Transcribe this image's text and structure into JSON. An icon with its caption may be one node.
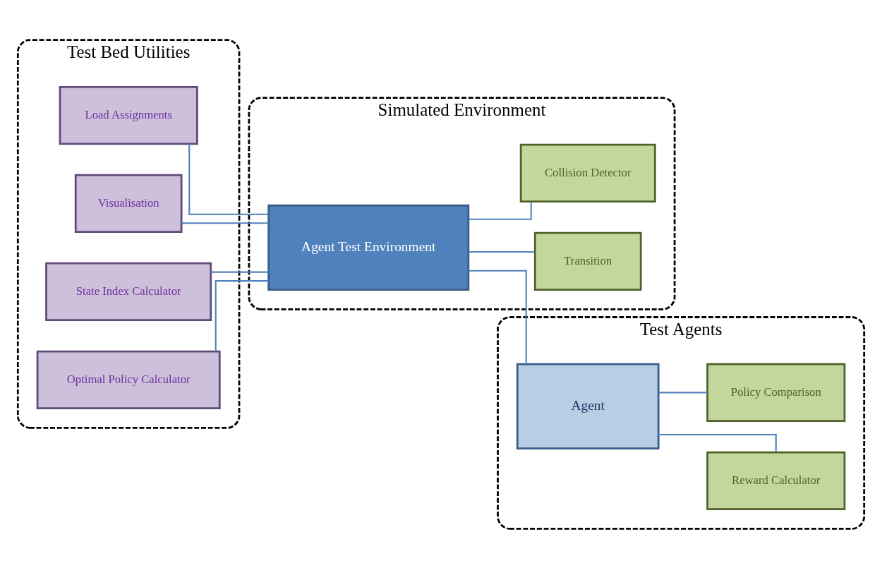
{
  "diagram": {
    "nodes": [
      {
        "text": [
          "Test Bed Utilities"
        ]
      },
      {
        "text": [
          "Load Assignments"
        ],
        "in": 0
      },
      {
        "text": [
          "Visualisation"
        ],
        "in": 0
      },
      {
        "text": [
          "State Index Calculator"
        ],
        "in": 0
      },
      {
        "text": [
          "Optimal Policy Calculator"
        ],
        "in": 0
      },
      {
        "text": [
          "Simulated Environment"
        ]
      },
      {
        "text": [
          "Agent Test Environment"
        ],
        "in": 5
      },
      {
        "text": [
          "Transition"
        ],
        "in": 5
      },
      {
        "text": [
          "Collision Detector"
        ],
        "in": 5
      },
      {
        "text": [
          "Test Agents"
        ]
      },
      {
        "text": [
          "Agent"
        ],
        "in": 9
      },
      {
        "text": [
          "Reward Calculator"
        ],
        "in": 9
      },
      {
        "text": [
          "Policy Comparison"
        ],
        "in": 9
      }
    ],
    "edges": [
      {
        "from": 1,
        "to": 6,
        "arrow": "none"
      },
      {
        "from": 2,
        "to": 6,
        "arrow": "none"
      },
      {
        "from": 3,
        "to": 6,
        "arrow": "none"
      },
      {
        "from": 4,
        "to": 6,
        "arrow": "none"
      },
      {
        "from": 6,
        "to": 7,
        "arrow": "none"
      },
      {
        "from": 6,
        "to": 8,
        "arrow": "none"
      },
      {
        "from": 6,
        "to": 10,
        "arrow": "none"
      },
      {
        "from": 10,
        "to": 11,
        "arrow": "none"
      },
      {
        "from": 10,
        "to": 12,
        "arrow": "none"
      }
    ]
  }
}
